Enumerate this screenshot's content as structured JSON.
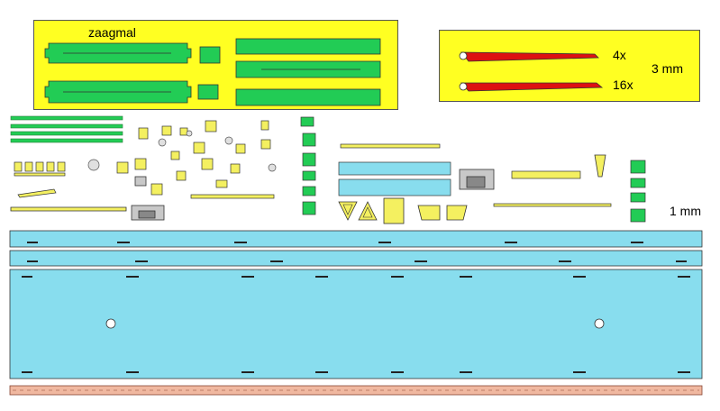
{
  "labels": {
    "saw_jig": "zaagmal",
    "qty_a": "4x",
    "qty_b": "16x",
    "thickness_3": "3 mm",
    "thickness_1": "1 mm"
  },
  "colors": {
    "yellow_panel": "#ffff22",
    "green": "#22cc55",
    "red": "#dd1111",
    "cyan": "#88ddee",
    "salmon": "#f0b8a0",
    "part_yellow": "#f4f060",
    "grey": "#c8c8c8",
    "dark_green": "#11aa33"
  }
}
